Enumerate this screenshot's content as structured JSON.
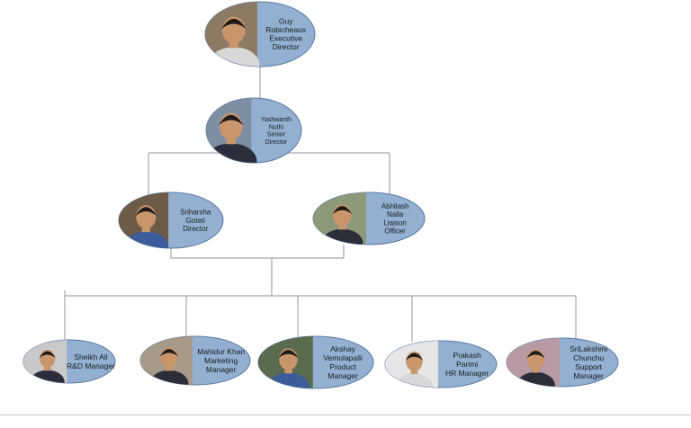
{
  "org_chart": {
    "nodes": [
      {
        "id": "guy",
        "name_lines": [
          "Guy",
          "Robicheaux"
        ],
        "title_lines": [
          "Executive",
          "Director"
        ]
      },
      {
        "id": "yashwanth",
        "name_lines": [
          "Yashwanth",
          "Nuthi"
        ],
        "title_lines": [
          "Senior",
          "Director"
        ]
      },
      {
        "id": "sriharsha",
        "name_lines": [
          "Sriharsha",
          "Goteti"
        ],
        "title_lines": [
          "Director"
        ]
      },
      {
        "id": "abhilash",
        "name_lines": [
          "Abhilash",
          "Nalla"
        ],
        "title_lines": [
          "Liaison",
          "Officer"
        ]
      },
      {
        "id": "sheikh",
        "name_lines": [
          "Sheikh Ali"
        ],
        "title_lines": [
          "R&D Manager"
        ]
      },
      {
        "id": "mahidur",
        "name_lines": [
          "Mahidur Khan"
        ],
        "title_lines": [
          "Marketing",
          "Manager"
        ]
      },
      {
        "id": "akshay",
        "name_lines": [
          "Akshay",
          "Vemulapalli"
        ],
        "title_lines": [
          "Product",
          "Manager"
        ]
      },
      {
        "id": "prakash",
        "name_lines": [
          "Prakash",
          "Parimi"
        ],
        "title_lines": [
          "HR Manager"
        ]
      },
      {
        "id": "srilakshmi",
        "name_lines": [
          "SriLakshmi",
          "Chunchu"
        ],
        "title_lines": [
          "Support",
          "Manager"
        ]
      }
    ],
    "reports_to": {
      "yashwanth": "guy",
      "sriharsha": "yashwanth",
      "abhilash": "yashwanth",
      "sheikh": "sriharsha",
      "mahidur": "sriharsha",
      "akshay": "sriharsha",
      "prakash": "sriharsha",
      "srilakshmi": "sriharsha"
    },
    "colors": {
      "oval_fill": "#93b0d2",
      "oval_stroke": "#5a7aa3",
      "connector": "#a8a8a8",
      "text": "#1a1a1a"
    }
  }
}
